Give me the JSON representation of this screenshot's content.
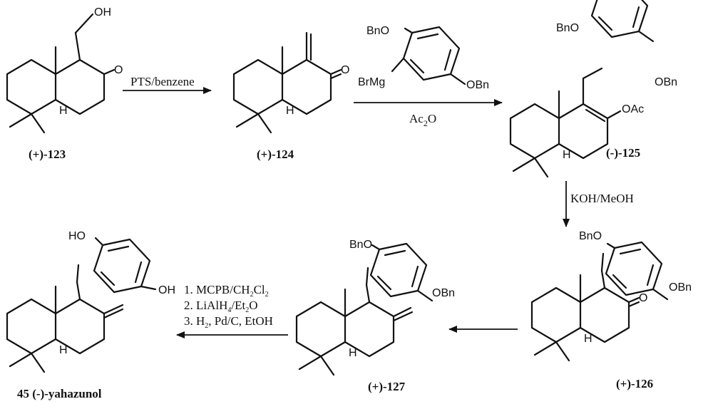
{
  "compounds": [
    {
      "label": "(+)-123",
      "atoms": [
        "OH",
        "O",
        "H"
      ]
    },
    {
      "label": "(+)-124",
      "atoms": [
        "O",
        "H"
      ]
    },
    {
      "label": "(-)-125",
      "atoms": [
        "BnO",
        "OBn",
        "OAc",
        "H"
      ]
    },
    {
      "label": "(+)-126",
      "atoms": [
        "BnO",
        "OBn",
        "O",
        "H"
      ]
    },
    {
      "label": "(+)-127",
      "atoms": [
        "BnO",
        "OBn",
        "H"
      ]
    },
    {
      "label": "45 (-)-yahazunol",
      "atoms": [
        "HO",
        "OH",
        "H"
      ]
    }
  ],
  "reagents": {
    "grignard": {
      "bno": "BnO",
      "brmg": "BrMg",
      "obn": "OBn"
    },
    "step1": "PTS/benzene",
    "step2": {
      "ac": "Ac",
      "sub": "2",
      "o": "O"
    },
    "step3": "KOH/MeOH",
    "step5": {
      "l1": "1. MCPB/CH",
      "l1sub": "2",
      "l1b": "Cl",
      "l1sub2": "2",
      "l2": "2. LiAlH",
      "l2sub": "4",
      "l2b": "/Et",
      "l2sub2": "2",
      "l2c": "O",
      "l3": "3. H",
      "l3sub": "2",
      "l3b": ", Pd/C, EtOH"
    }
  }
}
